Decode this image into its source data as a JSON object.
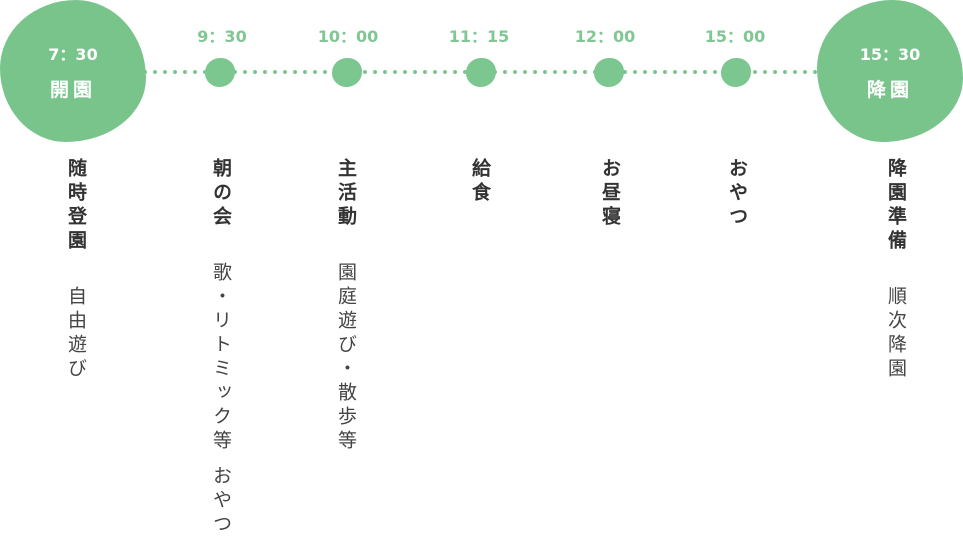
{
  "accent": "#7cc68f",
  "schedule": [
    {
      "time": "7：30",
      "label": "開園",
      "title": "随時登園",
      "detail": "自由遊び"
    },
    {
      "time": "9：30",
      "title": "朝の会",
      "detail": "歌・リトミック等 おやつ"
    },
    {
      "time": "10：00",
      "title": "主活動",
      "detail": "園庭遊び・散歩等"
    },
    {
      "time": "11：15",
      "title": "給食",
      "detail": ""
    },
    {
      "time": "12：00",
      "title": "お昼寝",
      "detail": ""
    },
    {
      "time": "15：00",
      "title": "おやつ",
      "detail": ""
    },
    {
      "time": "15：30",
      "label": "降園",
      "title": "降園準備",
      "detail": "順次降園"
    }
  ]
}
